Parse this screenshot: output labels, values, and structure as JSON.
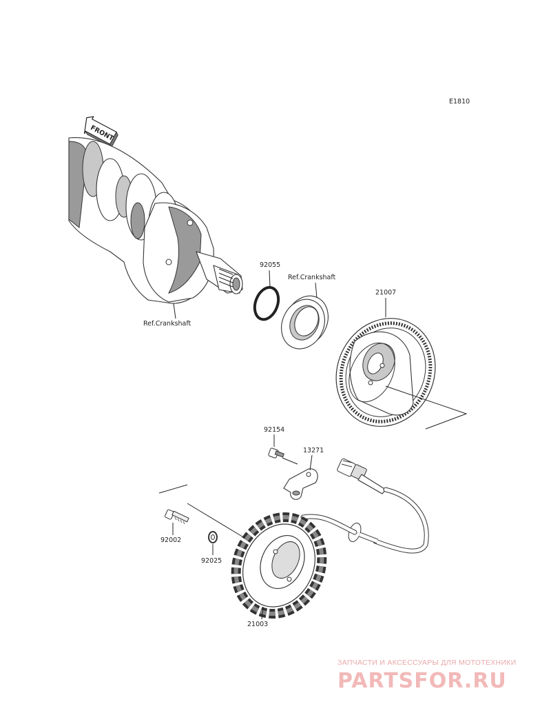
{
  "diagram_code": "E1810",
  "front_marker": "FRONT",
  "parts": [
    {
      "number": "92055"
    },
    {
      "number": "21007"
    },
    {
      "number": "92154"
    },
    {
      "number": "13271"
    },
    {
      "number": "92002"
    },
    {
      "number": "92025"
    },
    {
      "number": "21003"
    }
  ],
  "references": [
    {
      "text": "Ref.Crankshaft"
    },
    {
      "text": "Ref.Crankshaft"
    }
  ],
  "watermark": {
    "subtitle": "ЗАПЧАСТИ И АКСЕССУАРЫ ДЛЯ МОТОТЕХНИКИ",
    "brand": "PARTSFOR.RU",
    "color": "#f2b9b9"
  }
}
